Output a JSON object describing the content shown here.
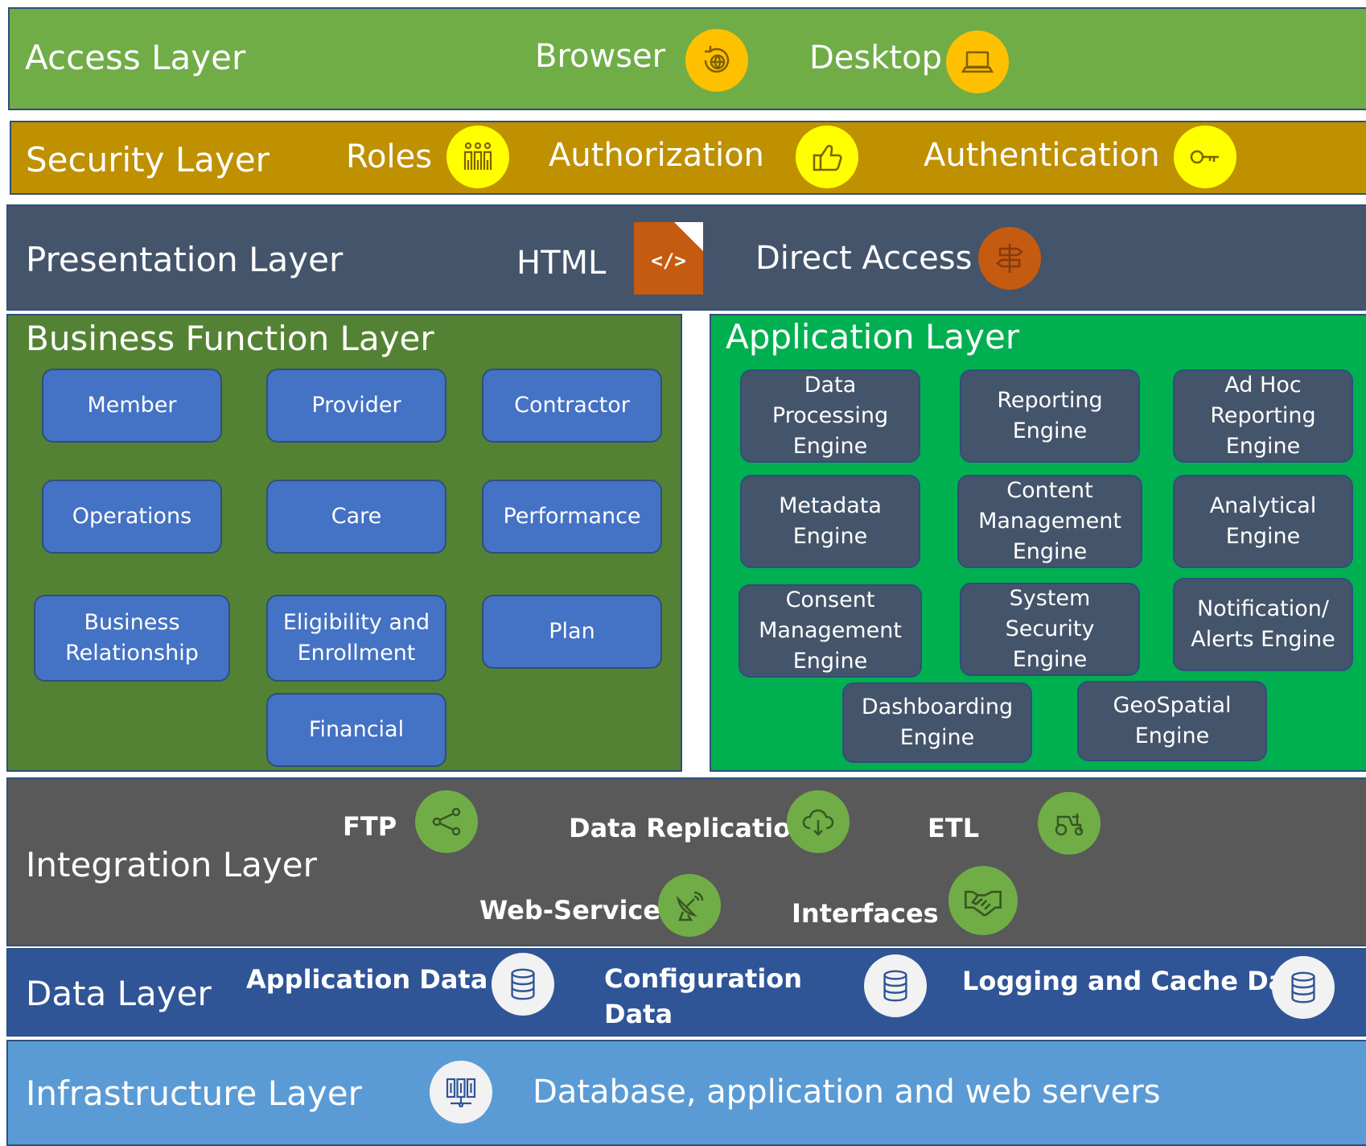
{
  "access": {
    "title": "Access Layer",
    "items": [
      {
        "label": "Browser",
        "icon": "globe-refresh-icon"
      },
      {
        "label": "Desktop",
        "icon": "laptop-icon"
      }
    ]
  },
  "security": {
    "title": "Security Layer",
    "items": [
      {
        "label": "Roles",
        "icon": "people-icon"
      },
      {
        "label": "Authorization",
        "icon": "thumbs-up-icon"
      },
      {
        "label": "Authentication",
        "icon": "key-icon"
      }
    ]
  },
  "presentation": {
    "title": "Presentation Layer",
    "items": [
      {
        "label": "HTML",
        "icon": "html-file-icon",
        "icon_text": "</>"
      },
      {
        "label": "Direct Access",
        "icon": "signpost-icon"
      }
    ]
  },
  "business": {
    "title": "Business Function Layer",
    "boxes": [
      [
        "Member"
      ],
      [
        "Provider"
      ],
      [
        "Contractor"
      ],
      [
        "Operations"
      ],
      [
        "Care"
      ],
      [
        "Performance"
      ],
      [
        "Business",
        "Relationship"
      ],
      [
        "Eligibility and",
        "Enrollment"
      ],
      [
        "Plan"
      ],
      [
        "Financial"
      ]
    ]
  },
  "application": {
    "title": "Application Layer",
    "boxes": [
      [
        "Data",
        "Processing",
        "Engine"
      ],
      [
        "Reporting",
        "Engine"
      ],
      [
        "Ad Hoc",
        "Reporting",
        "Engine"
      ],
      [
        "Metadata",
        "Engine"
      ],
      [
        "Content",
        "Management",
        "Engine"
      ],
      [
        "Analytical",
        "Engine"
      ],
      [
        "Consent",
        "Management",
        "Engine"
      ],
      [
        "System",
        "Security",
        "Engine"
      ],
      [
        "Notification/",
        "Alerts Engine"
      ],
      [
        "Dashboarding",
        "Engine"
      ],
      [
        "GeoSpatial",
        "Engine"
      ]
    ]
  },
  "integration": {
    "title": "Integration Layer",
    "items": [
      {
        "label": "FTP",
        "icon": "share-icon"
      },
      {
        "label": "Data Replication",
        "icon": "cloud-download-icon"
      },
      {
        "label": "ETL",
        "icon": "tractor-icon"
      },
      {
        "label": "Web-Services",
        "icon": "satellite-dish-icon"
      },
      {
        "label": "Interfaces",
        "icon": "handshake-icon"
      }
    ]
  },
  "data_layer": {
    "title": "Data Layer",
    "items": [
      {
        "label": "Application Data",
        "icon": "database-icon"
      },
      {
        "label_lines": [
          "Configuration",
          "Data"
        ],
        "icon": "database-icon"
      },
      {
        "label": "Logging and Cache Data",
        "icon": "database-icon"
      }
    ]
  },
  "infrastructure": {
    "title": "Infrastructure Layer",
    "description": "Database, application and web servers",
    "icon": "servers-icon"
  },
  "colors": {
    "access": "#70ad47",
    "security": "#bf9000",
    "presentation": "#44546a",
    "business": "#548235",
    "application": "#00b050",
    "integration": "#595959",
    "data": "#2f5597",
    "infrastructure": "#5b9bd5",
    "icon_gold": "#ffc000",
    "icon_yellow": "#ffff00",
    "icon_orange": "#c55a11",
    "icon_green": "#70ad47",
    "icon_white": "#f2f2f2"
  }
}
